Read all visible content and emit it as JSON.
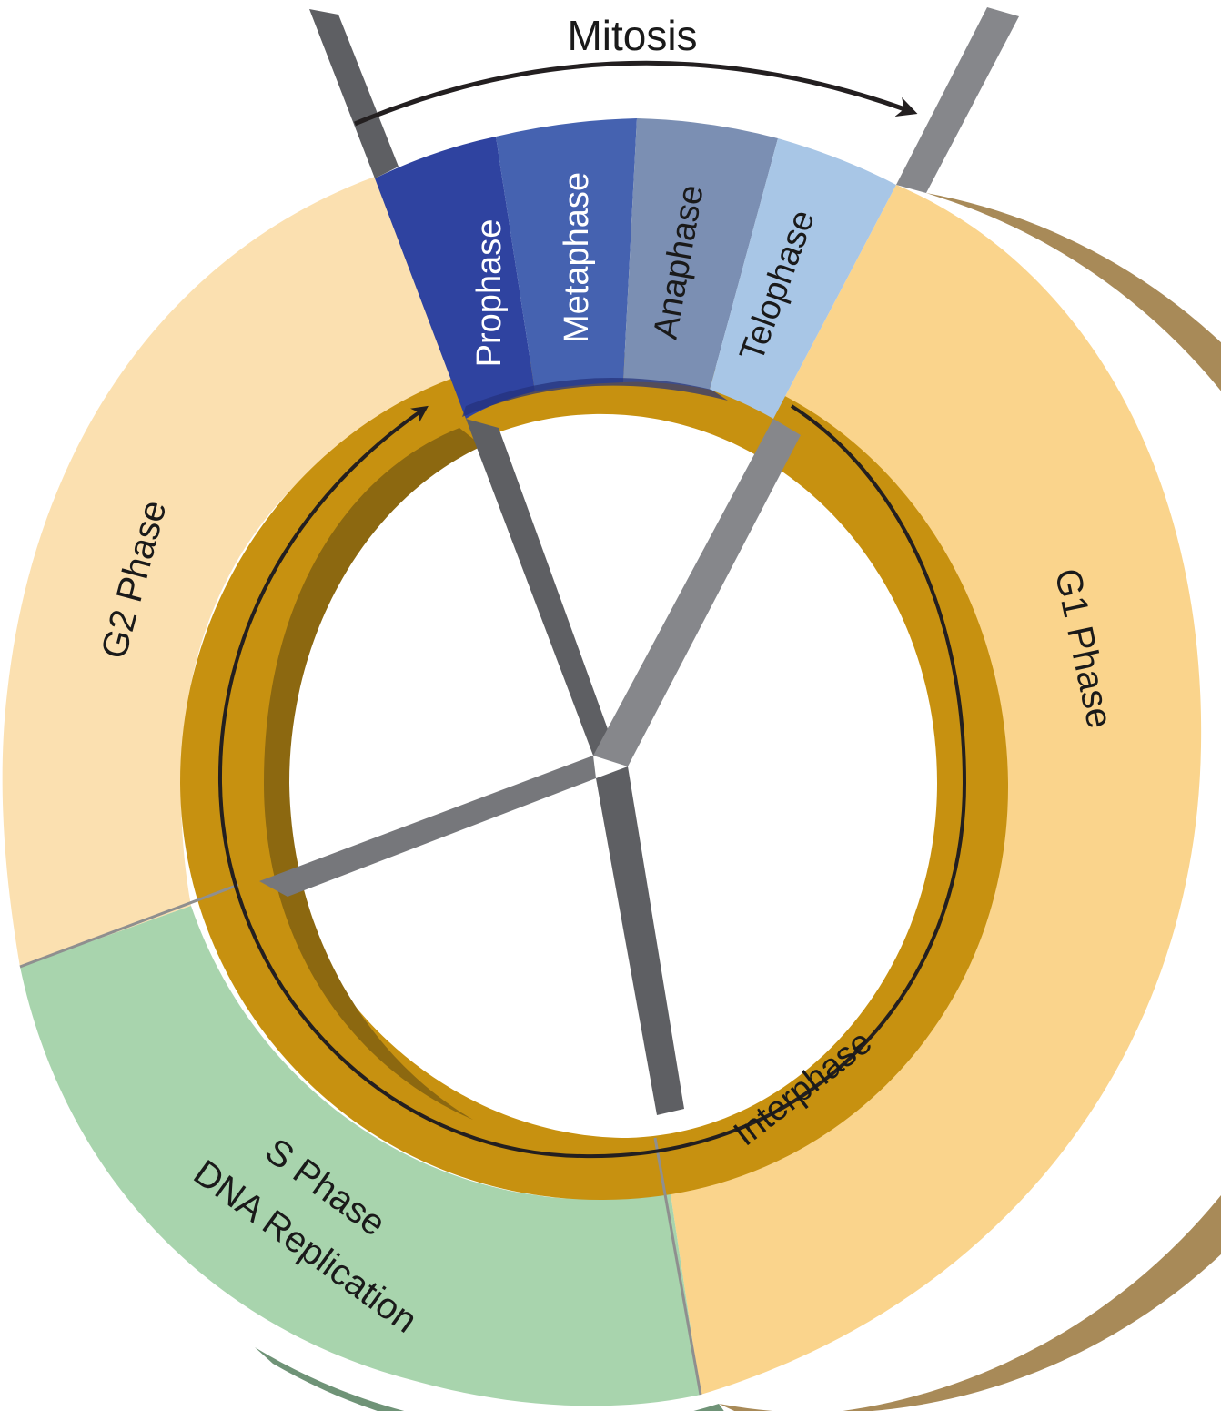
{
  "labels": {
    "mitosis": "Mitosis",
    "prophase": "Prophase",
    "metaphase": "Metaphase",
    "anaphase": "Anaphase",
    "telophase": "Telophase",
    "g1": "G1 Phase",
    "g2": "G2 Phase",
    "s_phase": "S Phase",
    "dna_replication": "DNA Replication",
    "interphase": "Interphase"
  },
  "colors": {
    "g1": "#fad48c",
    "g1_edge": "#a88a58",
    "g2": "#fbe0b0",
    "s_phase": "#a8d4ad",
    "s_edge": "#6f9377",
    "inner_ring": "#c79110",
    "inner_ring_shadow": "#8c6810",
    "prophase": "#2f43a0",
    "metaphase": "#4562b0",
    "anaphase": "#7b8fb3",
    "telophase": "#a8c6e6",
    "spoke_dark": "#5e5f63",
    "spoke_light": "#86878b",
    "arrow": "#231f20"
  }
}
